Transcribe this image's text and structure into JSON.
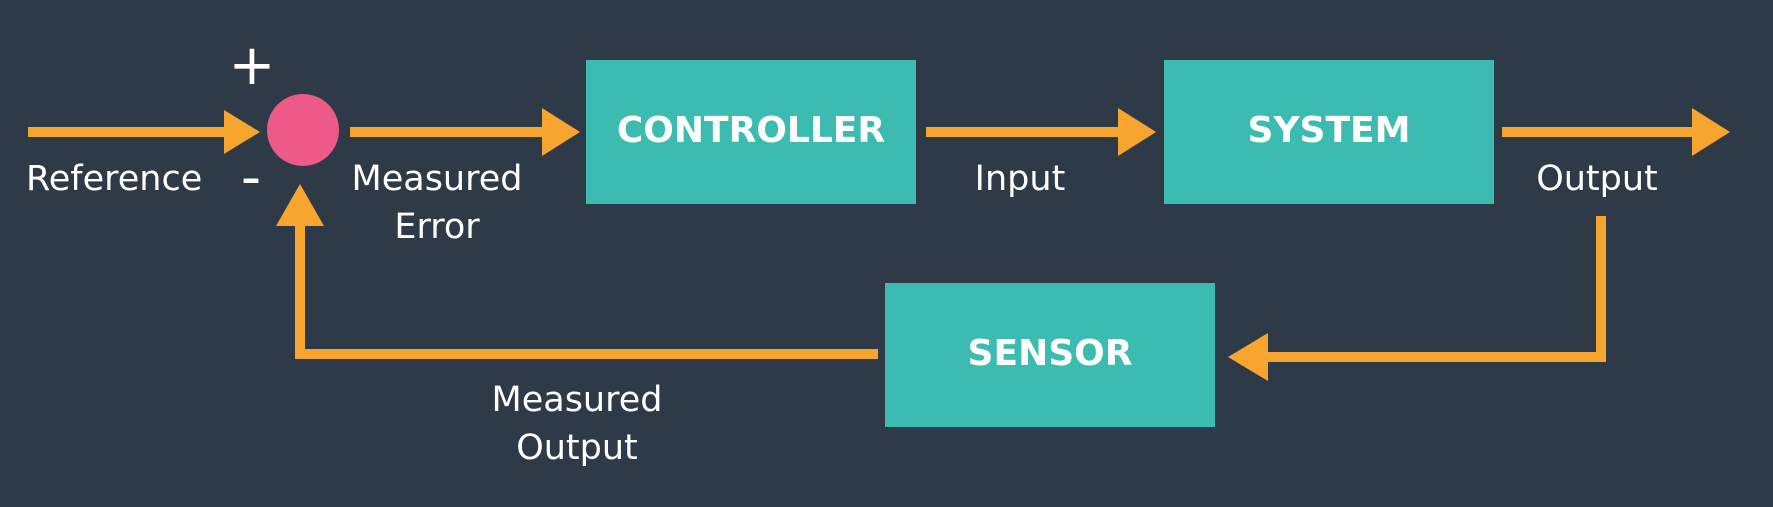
{
  "colors": {
    "background": "#2e3a48",
    "block_fill": "#3cbcb0",
    "arrow": "#f7a52f",
    "summing_junction": "#ee5a88",
    "text": "#ffffff"
  },
  "blocks": {
    "controller": "CONTROLLER",
    "system": "SYSTEM",
    "sensor": "SENSOR"
  },
  "signals": {
    "reference": "Reference",
    "measured_error": [
      "Measured",
      "Error"
    ],
    "input": "Input",
    "output": "Output",
    "measured_output": [
      "Measured",
      "Output"
    ]
  },
  "summing_junction": {
    "plus_sign": "+",
    "minus_sign": "-"
  }
}
